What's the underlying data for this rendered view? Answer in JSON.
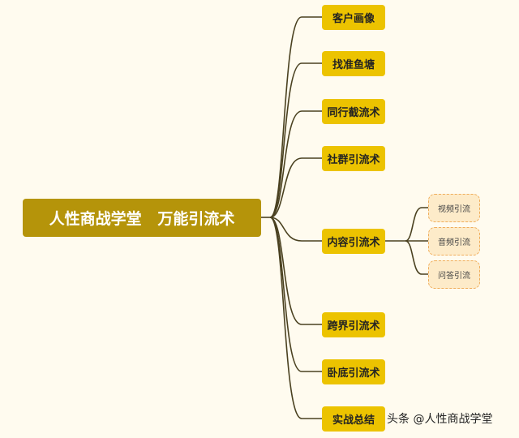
{
  "root": {
    "label": "人性商战学堂   万能引流术"
  },
  "branches": [
    {
      "label": "客户画像"
    },
    {
      "label": "找准鱼塘"
    },
    {
      "label": "同行截流术"
    },
    {
      "label": "社群引流术"
    },
    {
      "label": "内容引流术",
      "children": [
        {
          "label": "视频引流"
        },
        {
          "label": "音频引流"
        },
        {
          "label": "问答引流"
        }
      ]
    },
    {
      "label": "跨界引流术"
    },
    {
      "label": "卧底引流术"
    },
    {
      "label": "实战总结"
    }
  ],
  "watermark": "头条 @人性商战学堂",
  "colors": {
    "background": "#fffbef",
    "root": "#b5940a",
    "branch": "#ecc300",
    "sub": "#fdebc9",
    "line": "#4a4120"
  }
}
